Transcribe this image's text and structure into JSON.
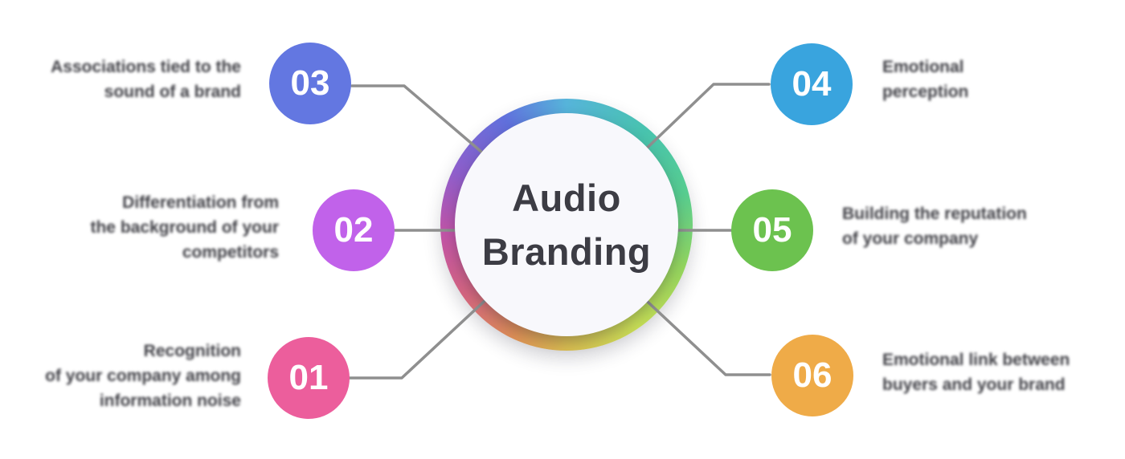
{
  "center": {
    "title_line1": "Audio",
    "title_line2": "Branding"
  },
  "ring": {
    "gradient_stops": [
      {
        "color": "#56b4da",
        "angle": 0
      },
      {
        "color": "#48c3ae",
        "angle": 40
      },
      {
        "color": "#57cd90",
        "angle": 75
      },
      {
        "color": "#93d55e",
        "angle": 110
      },
      {
        "color": "#c6dd55",
        "angle": 145
      },
      {
        "color": "#d8bc50",
        "angle": 180
      },
      {
        "color": "#dd8f55",
        "angle": 205
      },
      {
        "color": "#d56680",
        "angle": 235
      },
      {
        "color": "#c254a6",
        "angle": 265
      },
      {
        "color": "#8f5ecb",
        "angle": 295
      },
      {
        "color": "#6070dc",
        "angle": 330
      },
      {
        "color": "#56b4da",
        "angle": 360
      }
    ]
  },
  "connector_color": "#8f8f8f",
  "items": [
    {
      "number": "01",
      "color": "#ec5e9c",
      "label_lines": [
        "Recognition",
        "of your company among",
        "information noise"
      ]
    },
    {
      "number": "02",
      "color": "#c162ea",
      "label_lines": [
        "Differentiation from",
        "the background of your",
        "competitors"
      ]
    },
    {
      "number": "03",
      "color": "#6377e1",
      "label_lines": [
        "Associations tied to the",
        "sound of a brand"
      ]
    },
    {
      "number": "04",
      "color": "#39a4de",
      "label_lines": [
        "Emotional",
        "perception"
      ]
    },
    {
      "number": "05",
      "color": "#6cc24f",
      "label_lines": [
        "Building the reputation",
        "of your company"
      ]
    },
    {
      "number": "06",
      "color": "#efab48",
      "label_lines": [
        "Emotional link between",
        "buyers and your brand"
      ]
    }
  ]
}
